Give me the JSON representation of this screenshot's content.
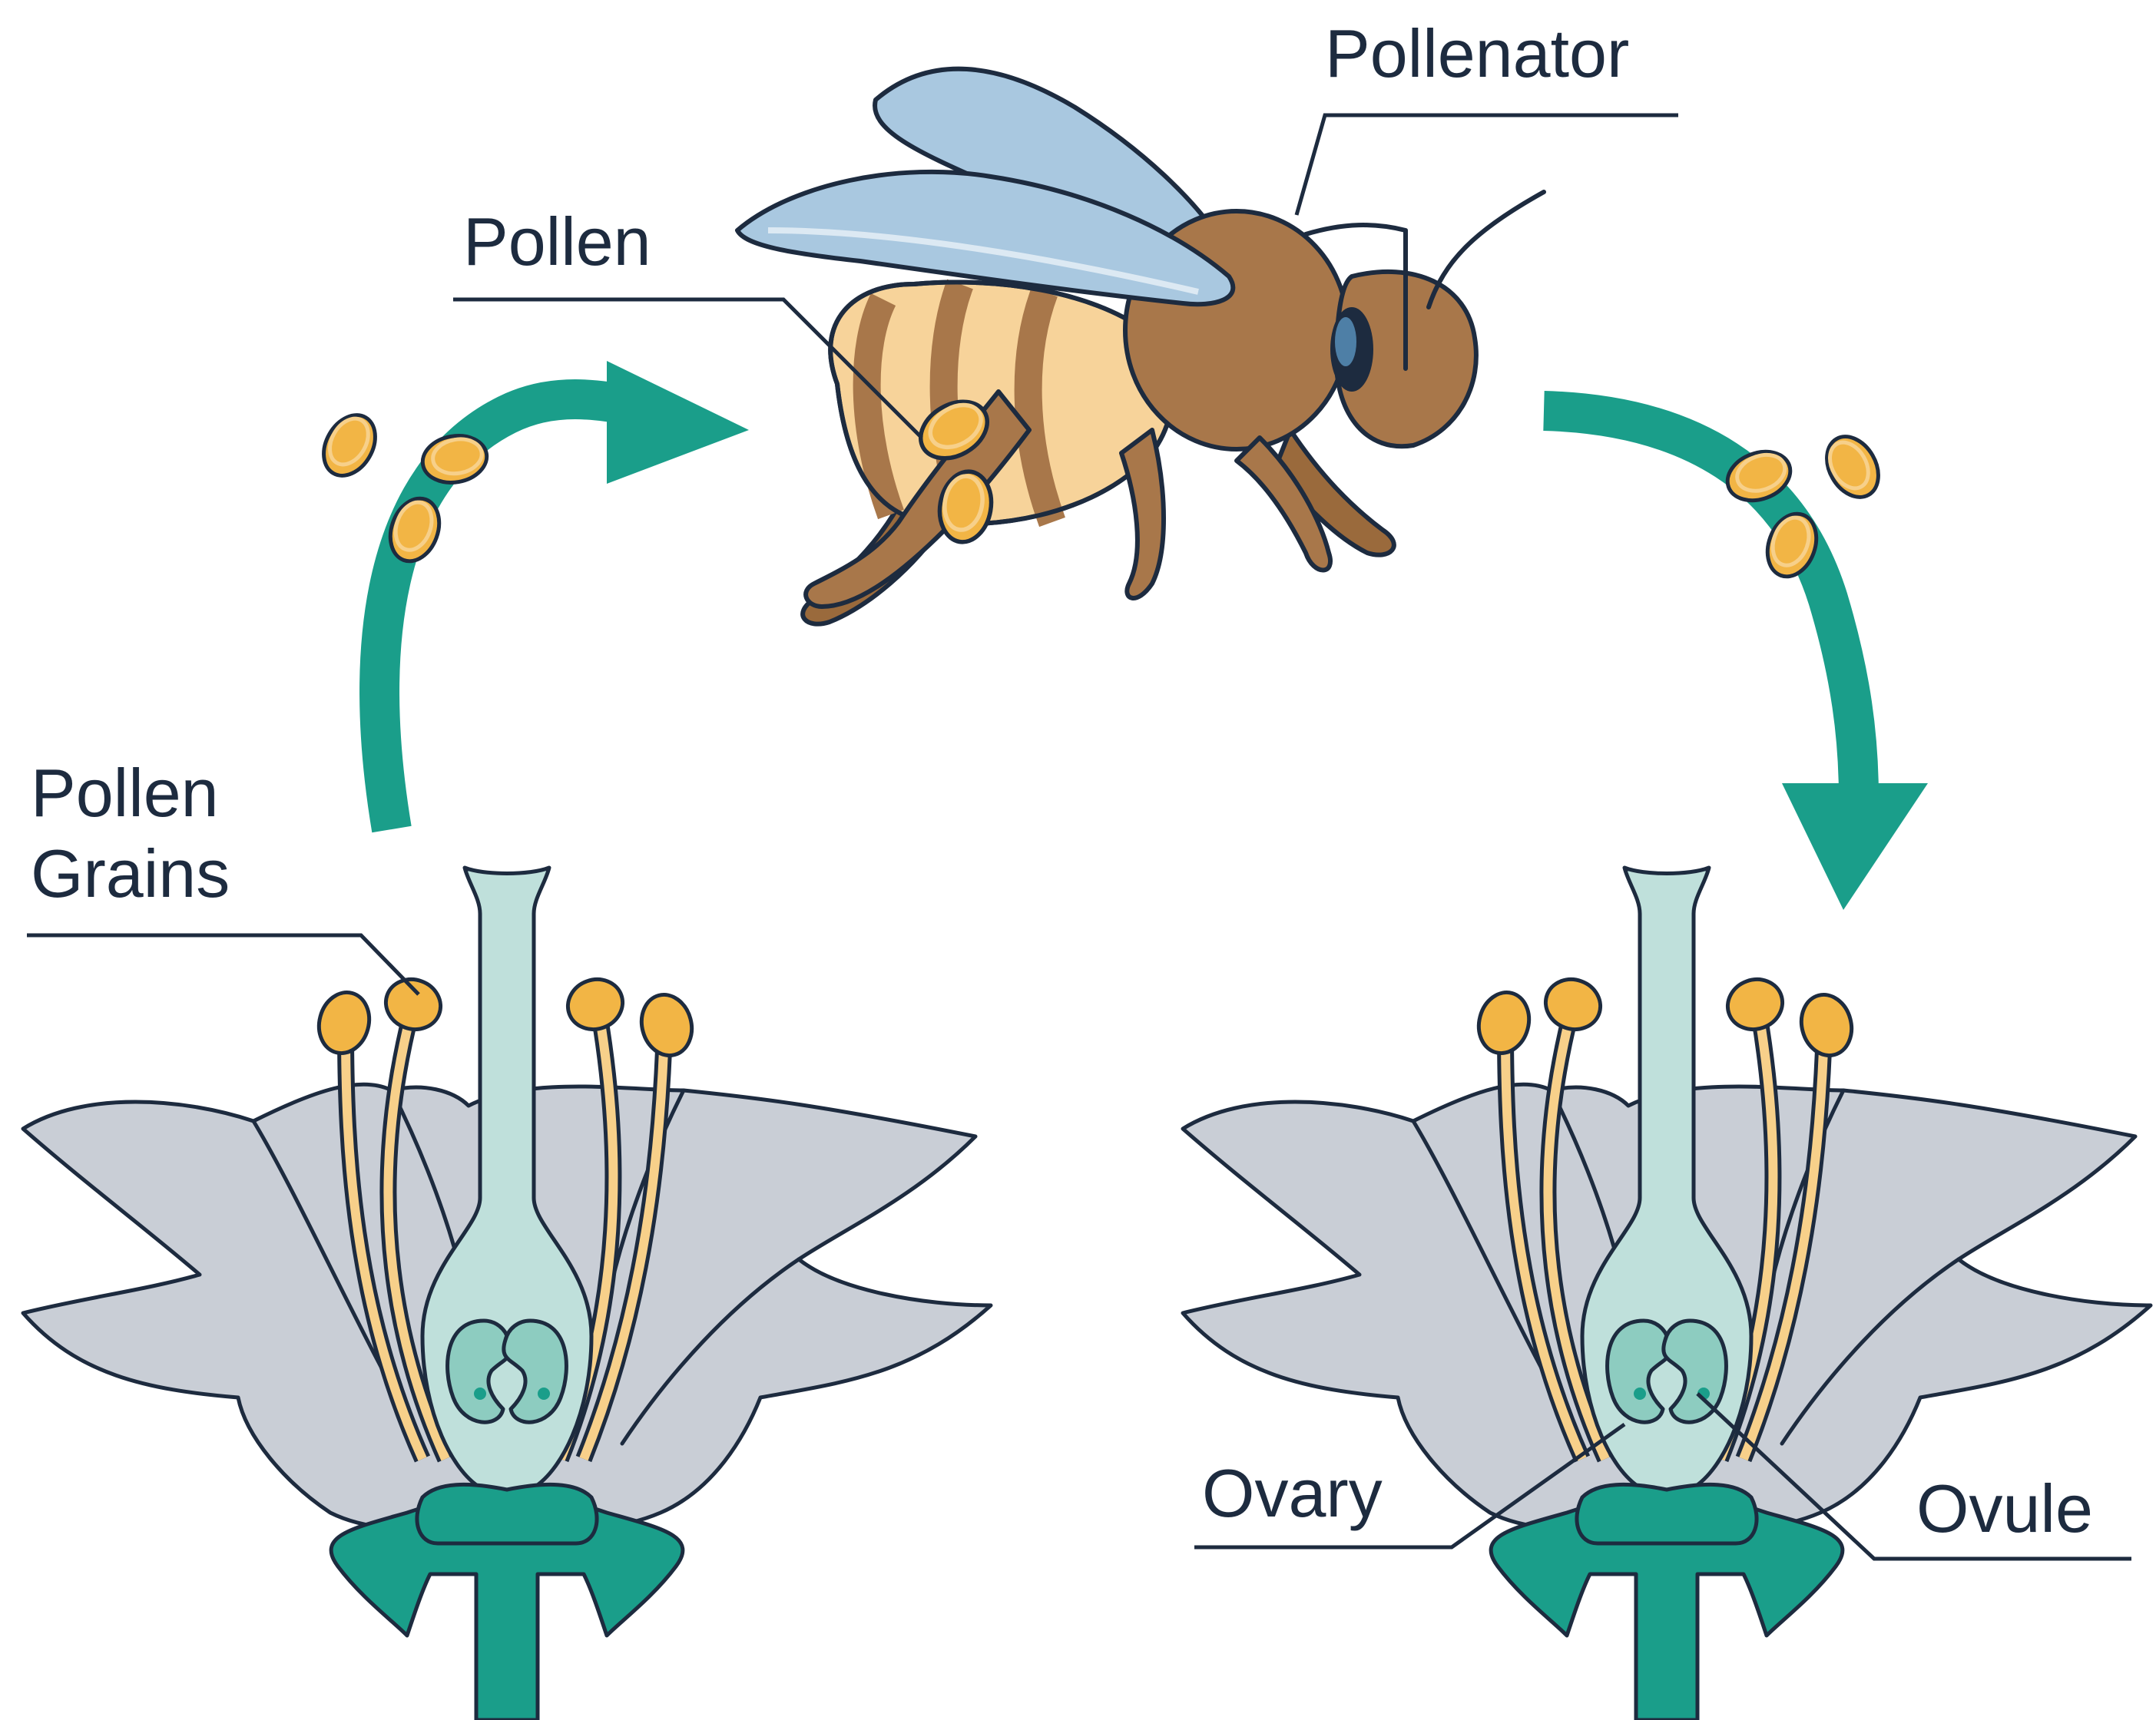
{
  "diagram": {
    "labels": {
      "pollenator": "Pollenator",
      "pollen": "Pollen",
      "pollen_grains_line1": "Pollen",
      "pollen_grains_line2": "Grains",
      "ovary": "Ovary",
      "ovule": "Ovule"
    },
    "colors": {
      "ink": "#1d2b3f",
      "teal": "#1a9e8a",
      "pollen": "#f2b545",
      "pollen_light": "#f7d08a",
      "petal": "#c9ced6",
      "pistil": "#bfe0db",
      "bee_body": "#a8774a",
      "bee_stripe": "#f7d39a",
      "wing": "#a9c8e0"
    },
    "icons": [
      "bee-icon",
      "flower-icon",
      "arrow-icon",
      "pollen-icon"
    ]
  }
}
